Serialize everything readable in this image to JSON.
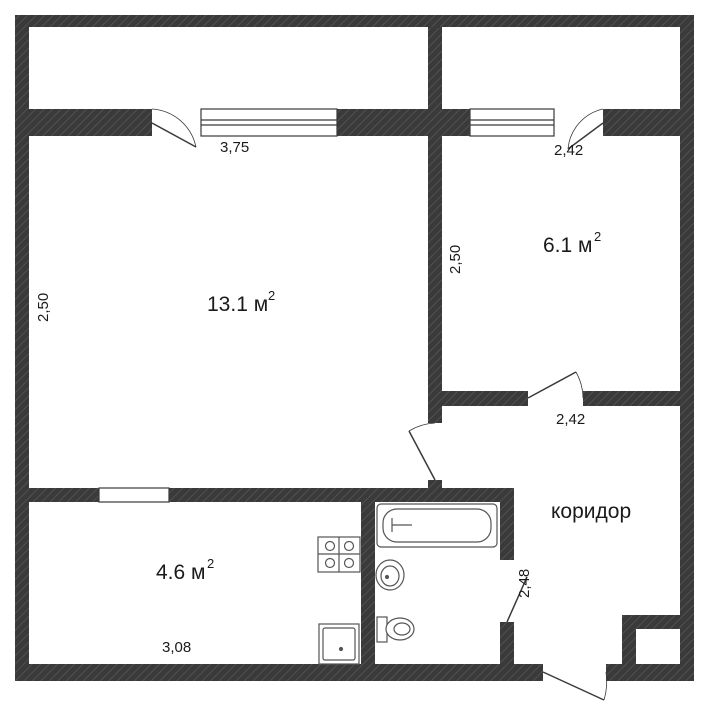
{
  "colors": {
    "wall": "#3a3a3a",
    "wall_hatch": "#5a5a5a",
    "fixture_stroke": "#555555",
    "background": "#ffffff"
  },
  "rooms": {
    "main_room": {
      "area": "13.1 м",
      "sup": "2"
    },
    "small_room": {
      "area": "6.1 м",
      "sup": "2"
    },
    "kitchen": {
      "area": "4.6 м",
      "sup": "2"
    },
    "corridor": {
      "name": "коридор"
    }
  },
  "dimensions": {
    "main_room_width": "3,75",
    "main_room_height": "2,50",
    "small_room_width_top": "2,42",
    "small_room_height": "2,50",
    "small_room_width_bottom": "2,42",
    "kitchen_width": "3,08",
    "bath_height": "2,48"
  },
  "fixtures": [
    "stove-icon",
    "sink-icon",
    "bathtub-icon",
    "washbasin-icon",
    "toilet-icon"
  ]
}
